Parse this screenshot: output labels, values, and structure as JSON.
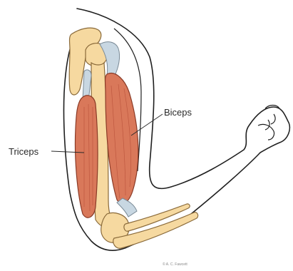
{
  "labels": {
    "biceps": "Biceps",
    "triceps": "Triceps"
  },
  "credit": "© A. C. Fawcett",
  "colors": {
    "bone": "#f6d9a0",
    "bone_outline": "#8a6a3a",
    "muscle": "#d9785a",
    "muscle_dark": "#b8503a",
    "tendon": "#c8d7e2",
    "outline": "#1f1f1f"
  }
}
